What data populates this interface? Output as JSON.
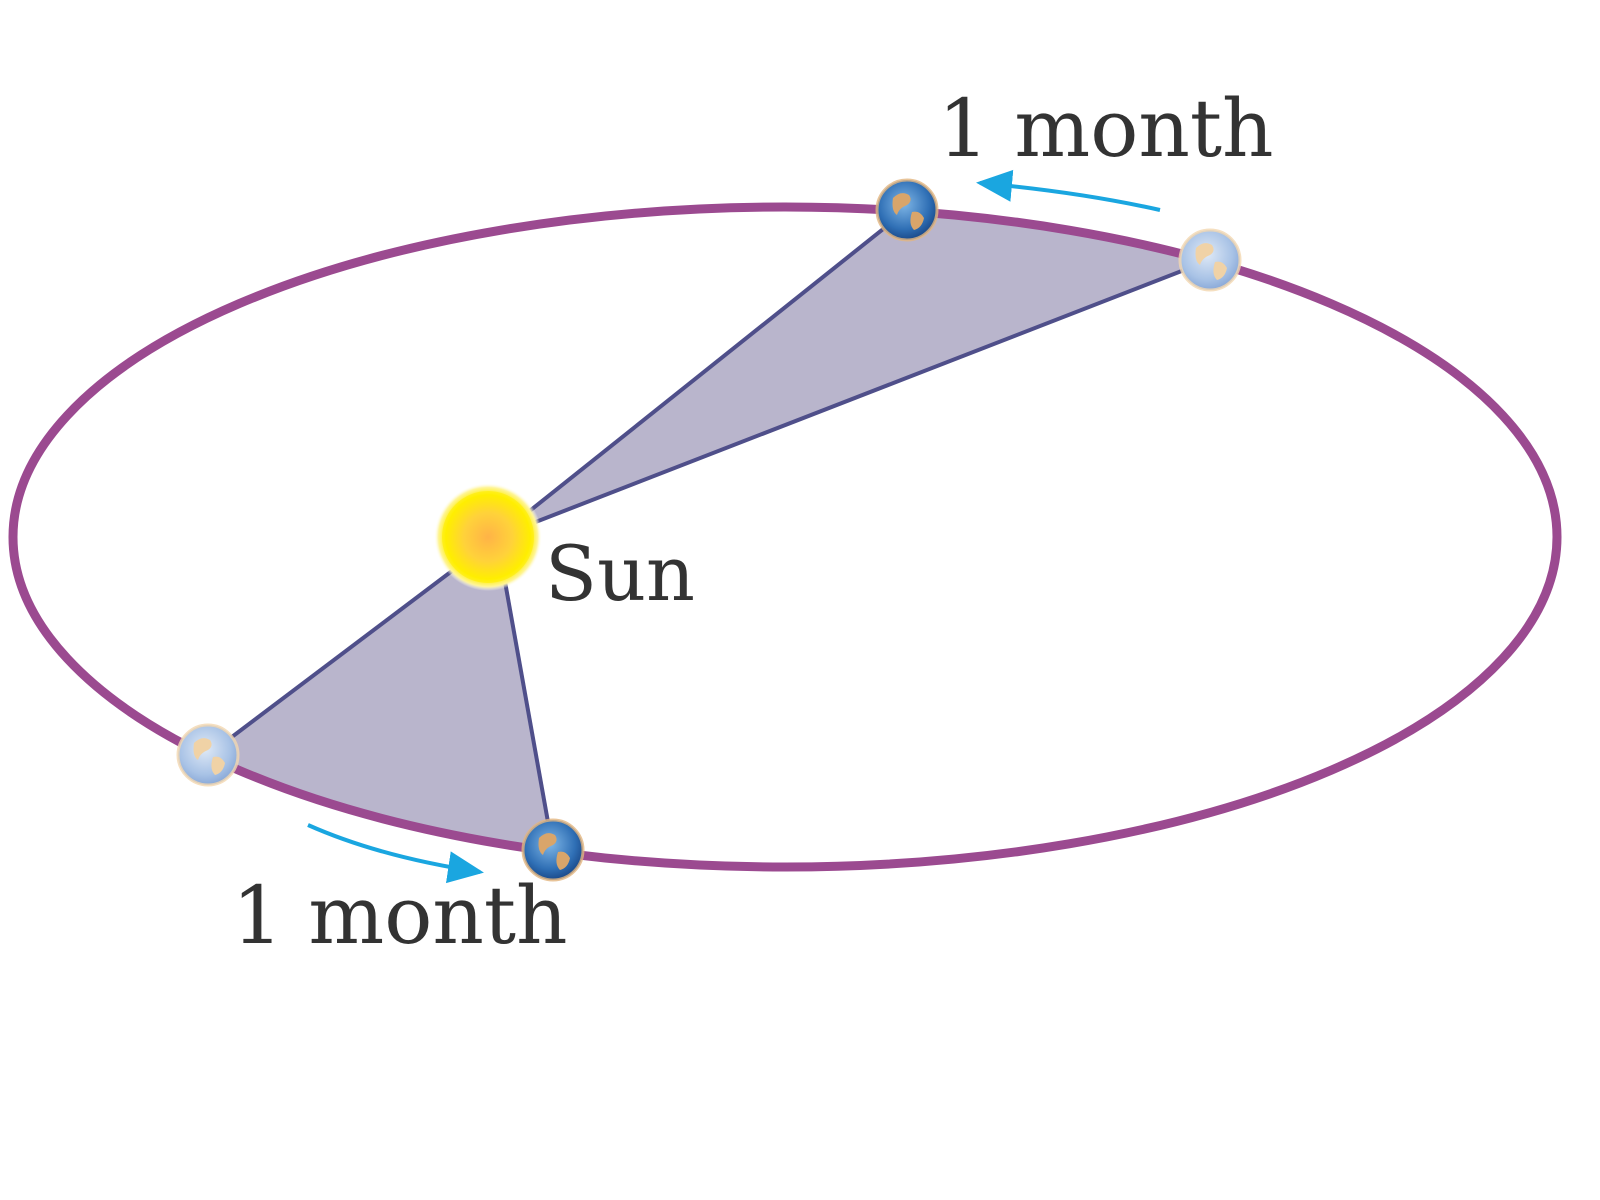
{
  "labels": {
    "sun": "Sun",
    "interval_top": "1 month",
    "interval_bottom": "1 month"
  },
  "colors": {
    "orbit": "#9b4a90",
    "swept_area_fill": "#b9b5cc",
    "radius_line": "#4f4f8a",
    "motion_arrow": "#1aa6e0",
    "sun_core": "#ffc94d",
    "sun_edge": "#ffe600",
    "label_text": "#333333"
  },
  "icons": {
    "planet": "earth-globe-icon",
    "star": "sun-icon"
  },
  "planet_positions": [
    "far-a",
    "far-b",
    "near-a",
    "near-b"
  ]
}
